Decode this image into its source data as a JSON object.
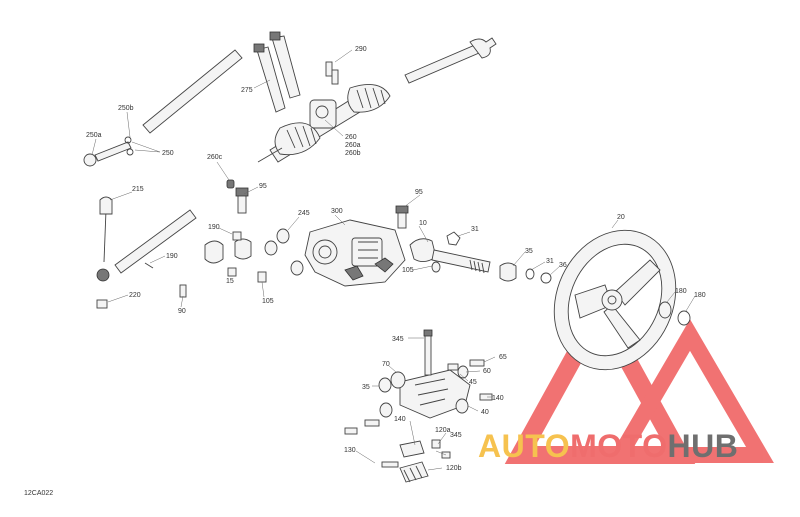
{
  "document_id": "12CA022",
  "watermark": {
    "parts": [
      "AUTO",
      "MOTO",
      "HUB"
    ],
    "colors": [
      "#f6c24f",
      "#ef6d6d",
      "#6f6f6f"
    ],
    "logo_color": "#ef5a5a"
  },
  "callouts": [
    "290",
    "275",
    "250b",
    "250a",
    "250",
    "260",
    "260a",
    "260b",
    "260c",
    "95",
    "215",
    "190",
    "190",
    "10",
    "15",
    "245",
    "300",
    "95",
    "31",
    "105",
    "105",
    "90",
    "220",
    "35",
    "31",
    "36",
    "20",
    "180",
    "180",
    "345",
    "70",
    "65",
    "60",
    "35",
    "45",
    "140",
    "40",
    "140",
    "120a",
    "345",
    "130",
    "120b"
  ]
}
